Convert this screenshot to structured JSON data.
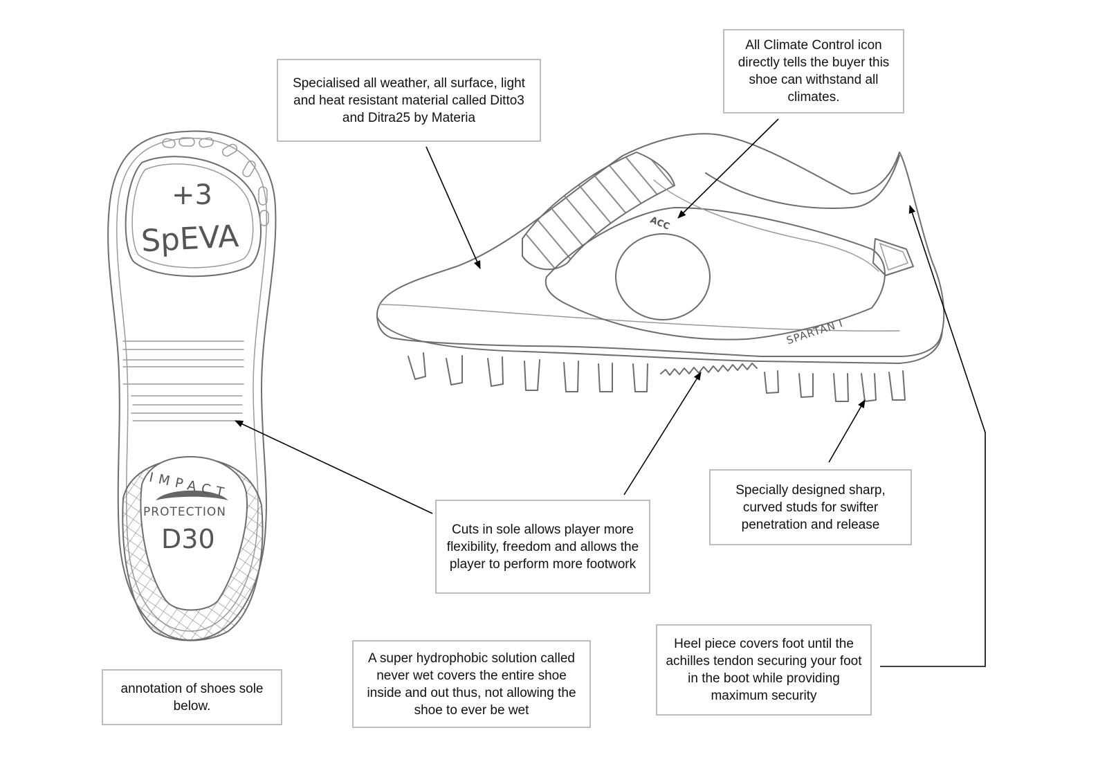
{
  "annotations": {
    "material": "Specialised all weather, all surface, light and heat resistant material called Ditto3 and Ditra25 by Materia",
    "climate": "All Climate Control icon directly tells the buyer this shoe can withstand all climates.",
    "cuts": "Cuts in sole allows player more flexibility, freedom and allows the player to perform more footwork",
    "studs": "Specially designed sharp, curved studs for swifter penetration and release",
    "heel": "Heel piece covers foot until the achilles tendon securing your foot in the boot while providing maximum security",
    "hydrophobic": "A super hydrophobic solution called never wet covers the entire shoe inside and out thus, not allowing the shoe to ever be wet",
    "sole_caption": "annotation of shoes sole below."
  },
  "sole_labels": {
    "plus3": "+3",
    "speva": "SpEVA",
    "impact": "IMPACT",
    "protection": "PROTECTION",
    "d30": "D30"
  },
  "shoe_labels": {
    "acc": "ACC",
    "model": "SPARTAN I"
  },
  "colors": {
    "pencil": "#6d6d6d",
    "box_border": "#bdbdbd",
    "arrow": "#000000"
  }
}
